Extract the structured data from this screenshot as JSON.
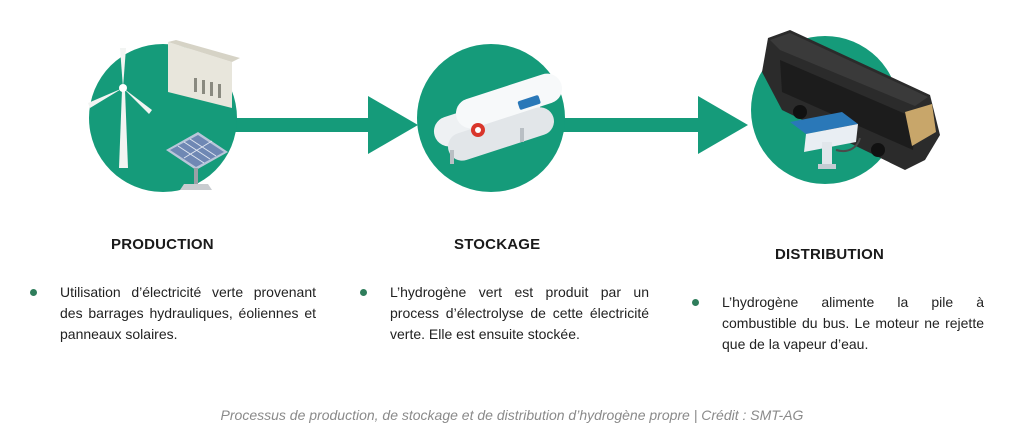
{
  "steps": [
    {
      "title": "PRODUCTION",
      "description": "Utilisation d’électricité verte provenant des barrages hydrauliques, éoliennes et panneaux solaires."
    },
    {
      "title": "STOCKAGE",
      "description": "L’hydrogène vert est produit par un process d’électrolyse de cette électricité verte. Elle est ensuite stockée."
    },
    {
      "title": "DISTRIBUTION",
      "description": "L’hydrogène alimente la pile à combustible du bus. Le moteur ne rejette que de la vapeur d’eau."
    }
  ],
  "caption": "Processus de production, de stockage et de distribution d’hydrogène propre | Crédit : SMT-AG",
  "colors": {
    "circle": "#159b7a",
    "arrow": "#159b7a",
    "bullet": "#2e7d5b",
    "caption": "#8a8a8a"
  }
}
